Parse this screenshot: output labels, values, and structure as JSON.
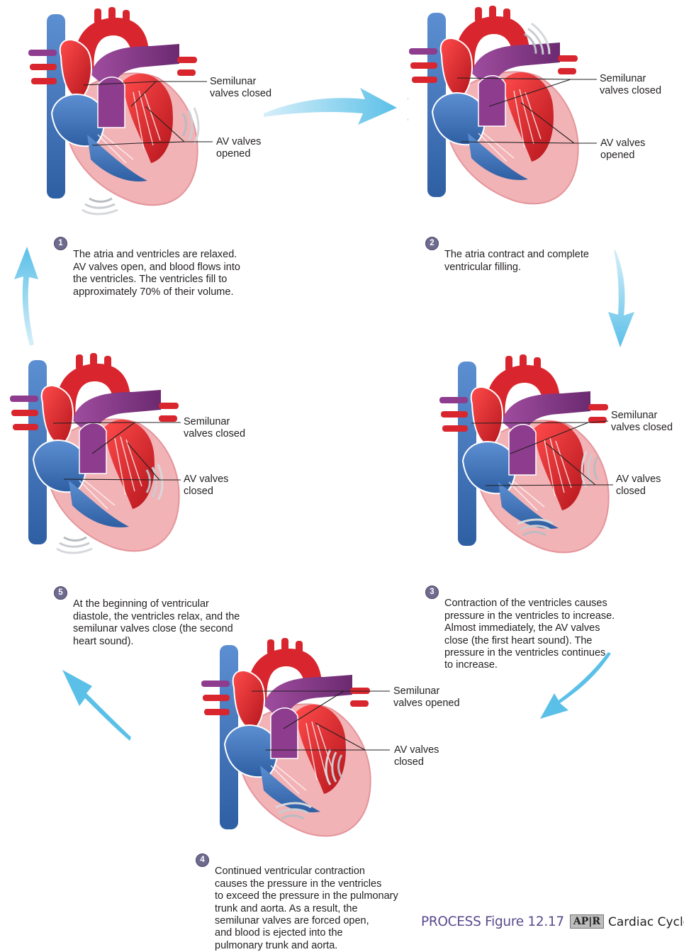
{
  "panels": [
    {
      "number": "1",
      "description": "The atria and ventricles are relaxed.\nAV valves open, and blood flows into\nthe ventricles. The ventricles fill to\napproximately 70% of their volume.",
      "label_top": "Semilunar\nvalves closed",
      "label_bottom": "AV valves\nopened"
    },
    {
      "number": "2",
      "description": "The atria contract and complete\nventricular filling.",
      "label_top": "Semilunar\nvalves closed",
      "label_bottom": "AV valves\nopened"
    },
    {
      "number": "3",
      "description": "Contraction of the ventricles causes\npressure in the ventricles to increase.\nAlmost immediately, the AV valves\nclose (the first heart sound). The\npressure in the ventricles continues\nto increase.",
      "label_top": "Semilunar\nvalves closed",
      "label_bottom": "AV valves\nclosed"
    },
    {
      "number": "4",
      "description": "Continued ventricular contraction\ncauses the pressure in the ventricles\nto exceed the pressure in the pulmonary\ntrunk and aorta. As a result, the\nsemilunar valves are forced open,\nand blood is ejected into the\npulmonary trunk and aorta.",
      "label_top": "Semilunar\nvalves opened",
      "label_bottom": "AV valves\nclosed"
    },
    {
      "number": "5",
      "description": "At the beginning of ventricular\ndiastole, the ventricles relax, and the\nsemilunar valves close (the second\nheart sound).",
      "label_top": "Semilunar\nvalves closed",
      "label_bottom": "AV valves\nclosed"
    }
  ],
  "caption": {
    "process": "PROCESS Figure 12.17",
    "badge": "AP|R",
    "title": "Cardiac Cycle"
  },
  "colors": {
    "arrow": "#5bc0e8",
    "vein_blue": "#3a6fb5",
    "artery_red": "#d9262e",
    "pulmonary_purple": "#8e3c8e",
    "muscle_pink": "#f2b3b6",
    "step_circle": "#6e6b8e",
    "caption_purple": "#5b4a8e"
  }
}
